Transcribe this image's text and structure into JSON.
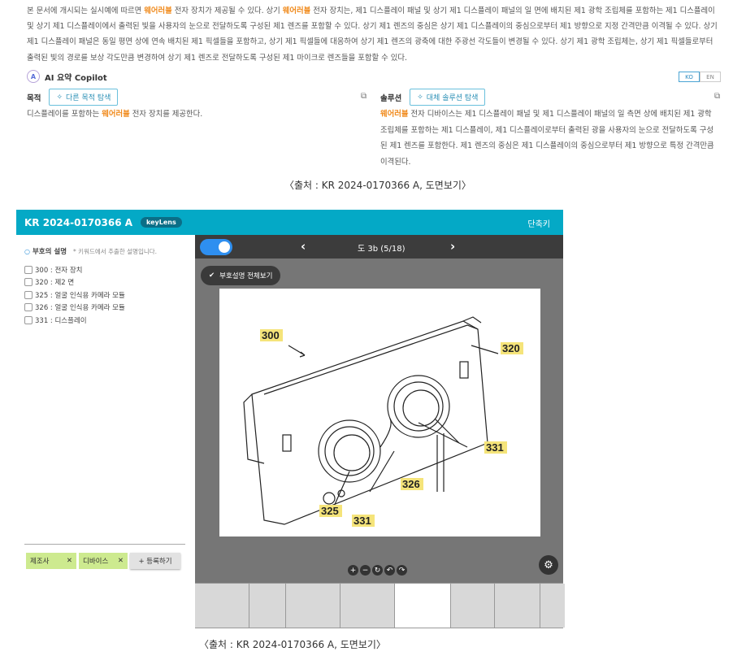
{
  "summary": {
    "segments": [
      {
        "t": "본 문서에 개시되는 실시예에 따르면 ",
        "hl": false
      },
      {
        "t": "웨어러블",
        "hl": true
      },
      {
        "t": " 전자 장치가 제공될 수 있다. 상기 ",
        "hl": false
      },
      {
        "t": "웨어러블",
        "hl": true
      },
      {
        "t": " 전자 장치는, 제1 디스플레이 패널 및 상기 제1 디스플레이 패널의 일 면에 배치된 제1 광학 조립체를 포함하는 제1 디스플레이 및 상기 제1 디스플레이에서 출력된 빛을 사용자의 눈으로 전달하도록 구성된 제1 렌즈를 포함할 수 있다. 상기 제1 렌즈의 중심은 상기 제1 디스플레이의 중심으로부터 제1 방향으로 지정 간격만큼 이격될 수 있다. 상기 제1 디스플레이 패널은 동일 평면 상에 연속 배치된 제1 픽셀들을 포함하고, 상기 제1 픽셀들에 대응하여 상기 제1 렌즈의 광축에 대한 주광선 각도들이 변경될 수 있다. 상기 제1 광학 조립체는, 상기 제1 픽셀들로부터 출력된 빛의 경로를 보상 각도만큼 변경하여 상기 제1 렌즈로 전달하도록 구성된 제1 마이크로 렌즈들을 포함할 수 있다.",
        "hl": false
      }
    ]
  },
  "copilot": {
    "title": "AI 요약 Copilot",
    "lang": [
      "KO",
      "EN"
    ],
    "purpose": {
      "label": "목적",
      "button": "다른 목적 탐색",
      "pre": "디스플레이를 포함하는 ",
      "hl": "웨어러블",
      "post": " 전자 장치를 제공한다."
    },
    "solution": {
      "label": "솔루션",
      "button": "대체 솔루션 탐색",
      "hl": "웨어러블",
      "post": " 전자 디바이스는 제1 디스플레이 패널 및 제1 디스플레이 패널의 일 측면 상에 배치된 제1 광학 조립체를 포함하는 제1 디스플레이, 제1 디스플레이로부터 출력된 광을 사용자의 눈으로 전달하도록 구성된 제1 렌즈를 포함한다. 제1 렌즈의 중심은 제1 디스플레이의 중심으로부터 제1 방향으로 특정 간격만큼 이격된다."
    }
  },
  "caption1": "〈출처 : KR 2024-0170366 A, 도면보기〉",
  "viewer": {
    "title": "KR 2024-0170366 A",
    "badge": "keyLens",
    "shortcut": "단축키",
    "legend_title": "부호의 설명",
    "legend_note": "* 키워드에서 추출한 설명입니다.",
    "items": [
      "300 : 전자 장치",
      "320 : 제2 면",
      "325 : 얼굴 인식용 카메라 모듈",
      "326 : 얼굴 인식용 카메라 모듈",
      "331 : 디스플레이"
    ],
    "tags": [
      "제조사",
      "디바이스"
    ],
    "tag_remove": "✕",
    "add_button": "+ 등록하기",
    "page_label": "도 3b (5/18)",
    "show_all": "부호설명 전체보기",
    "controls": [
      "+",
      "−",
      "↻",
      "↶",
      "↷"
    ],
    "drawing_labels": [
      "300",
      "320",
      "331",
      "326",
      "331",
      "325"
    ]
  },
  "caption2": "〈출처 : KR 2024-0170366 A, 도면보기〉"
}
